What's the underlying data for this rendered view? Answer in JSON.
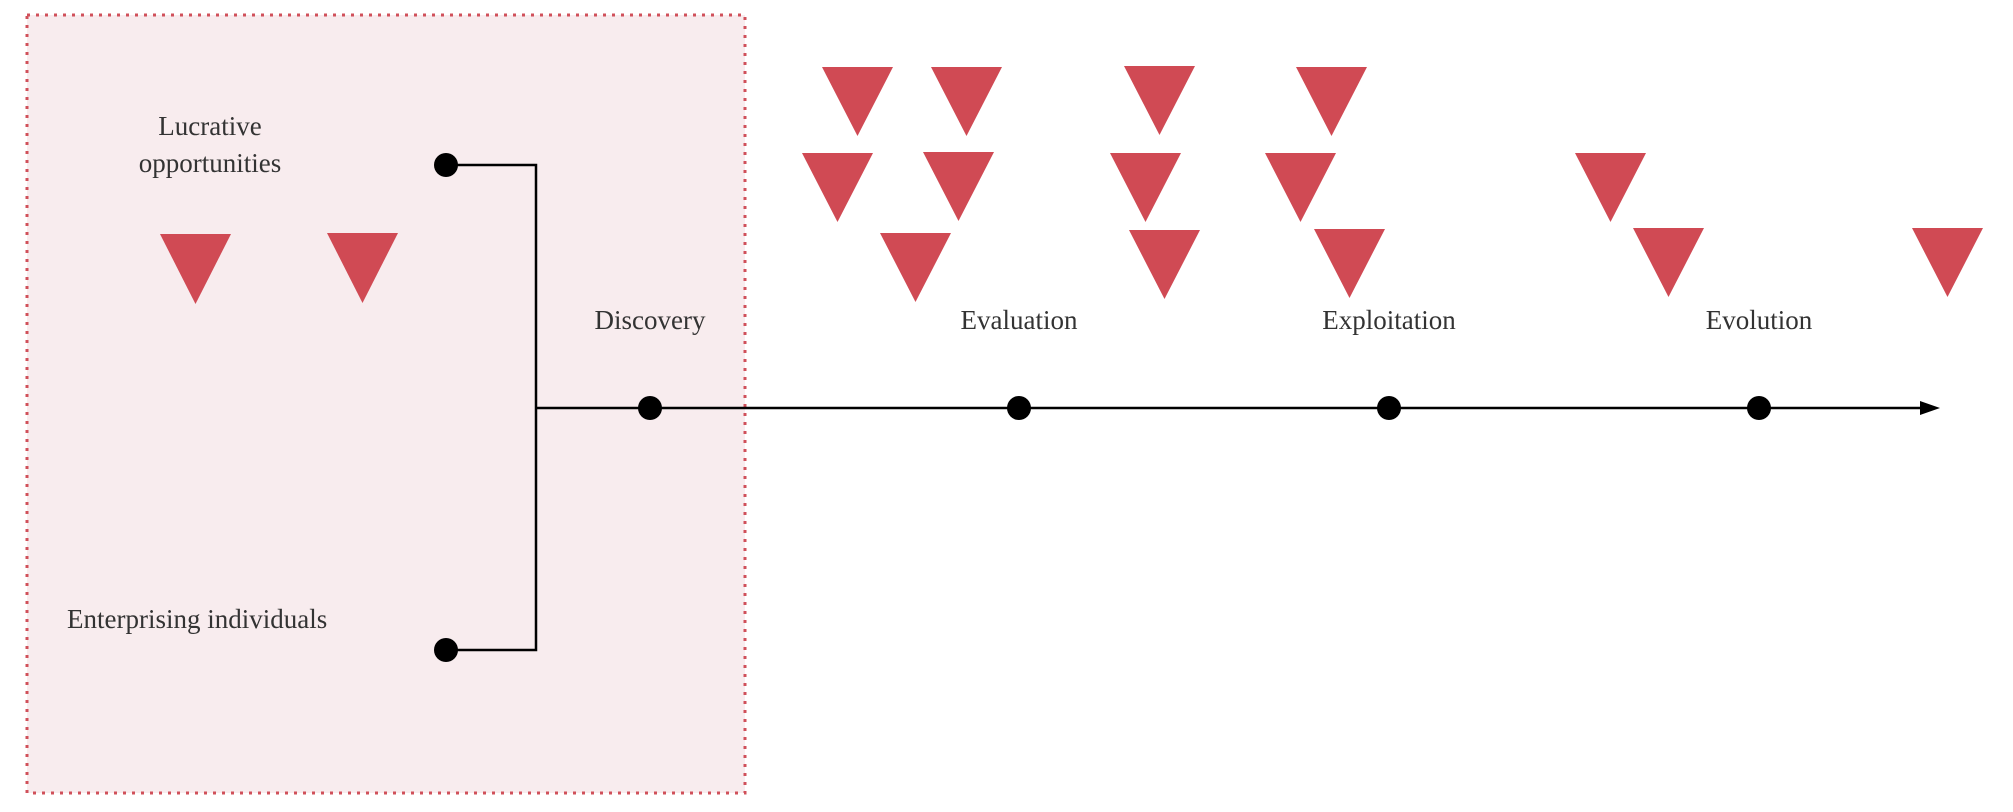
{
  "inputs": {
    "top_label_line1": "Lucrative",
    "top_label_line2": "opportunities",
    "bottom_label": "Enterprising individuals"
  },
  "stages": [
    {
      "label": "Discovery"
    },
    {
      "label": "Evaluation"
    },
    {
      "label": "Exploitation"
    },
    {
      "label": "Evolution"
    }
  ],
  "colors": {
    "highlight_fill": "#f8ecee",
    "highlight_border": "#d0505a",
    "marker": "#d04a54",
    "line": "#000000",
    "text": "#333333"
  }
}
